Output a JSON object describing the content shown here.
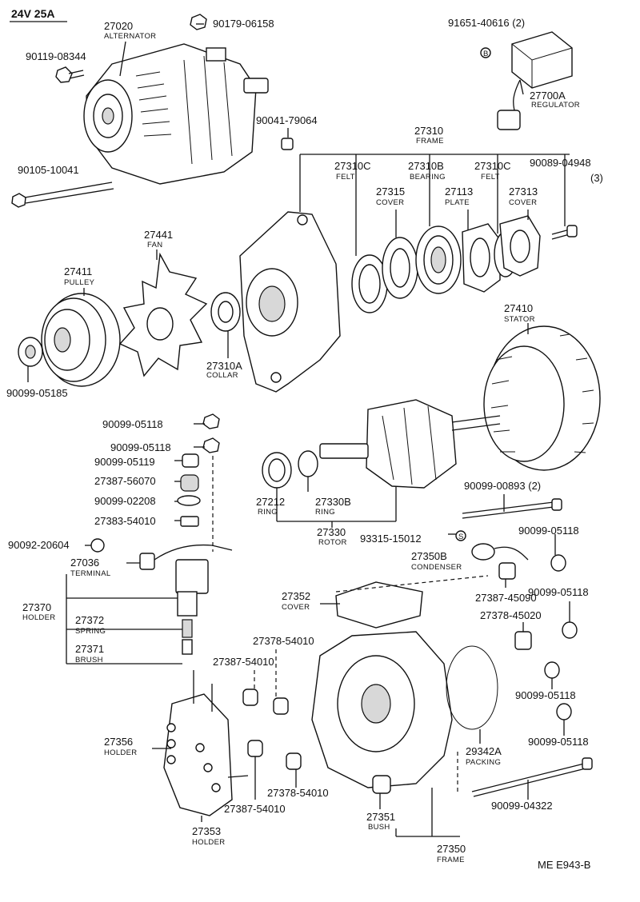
{
  "header": {
    "spec": "24V 25A",
    "drawing_code": "ME E943-B"
  },
  "labels": {
    "p27020": {
      "num": "27020",
      "name": "ALTERNATOR"
    },
    "p90179": {
      "num": "90179-06158"
    },
    "p90119": {
      "num": "90119-08344"
    },
    "p91651": {
      "num": "91651-40616 (2)",
      "mark": "B"
    },
    "p27700A": {
      "num": "27700A",
      "name": "REGULATOR"
    },
    "p90041": {
      "num": "90041-79064"
    },
    "p27310": {
      "num": "27310",
      "name": "FRAME"
    },
    "p90105": {
      "num": "90105-10041"
    },
    "p27310C_a": {
      "num": "27310C",
      "name": "FELT"
    },
    "p27310B": {
      "num": "27310B",
      "name": "BEARING"
    },
    "p27310C_b": {
      "num": "27310C",
      "name": "FELT"
    },
    "p90089": {
      "num": "90089-04948",
      "qty": "(3)"
    },
    "p27315": {
      "num": "27315",
      "name": "COVER"
    },
    "p27113": {
      "num": "27113",
      "name": "PLATE"
    },
    "p27313": {
      "num": "27313",
      "name": "COVER"
    },
    "p27441": {
      "num": "27441",
      "name": "FAN"
    },
    "p27411": {
      "num": "27411",
      "name": "PULLEY"
    },
    "p27310A": {
      "num": "27310A",
      "name": "COLLAR"
    },
    "p27410": {
      "num": "27410",
      "name": "STATOR"
    },
    "p90099_05185": {
      "num": "90099-05185"
    },
    "p90099_05118_a": {
      "num": "90099-05118"
    },
    "p90099_05118_b": {
      "num": "90099-05118"
    },
    "p90099_05119": {
      "num": "90099-05119"
    },
    "p27387_56070": {
      "num": "27387-56070"
    },
    "p90099_02208": {
      "num": "90099-02208"
    },
    "p27383_54010": {
      "num": "27383-54010"
    },
    "p90092": {
      "num": "90092-20604"
    },
    "p27212": {
      "num": "27212",
      "name": "RING"
    },
    "p27330B": {
      "num": "27330B",
      "name": "RING"
    },
    "p27330": {
      "num": "27330",
      "name": "ROTOR"
    },
    "p90099_00893": {
      "num": "90099-00893 (2)"
    },
    "p93315": {
      "num": "93315-15012",
      "mark": "S"
    },
    "p90099_05118_c": {
      "num": "90099-05118"
    },
    "p27350B": {
      "num": "27350B",
      "name": "CONDENSER"
    },
    "p27036": {
      "num": "27036",
      "name": "TERMINAL"
    },
    "p27387_45090": {
      "num": "27387-45090"
    },
    "p90099_05118_d": {
      "num": "90099-05118"
    },
    "p27378_45020": {
      "num": "27378-45020"
    },
    "p27352": {
      "num": "27352",
      "name": "COVER"
    },
    "p27370": {
      "num": "27370",
      "name": "HOLDER"
    },
    "p27372": {
      "num": "27372",
      "name": "SPRING"
    },
    "p27371": {
      "num": "27371",
      "name": "BRUSH"
    },
    "p27378_54010_a": {
      "num": "27378-54010"
    },
    "p27387_54010_a": {
      "num": "27387-54010"
    },
    "p90099_05118_e": {
      "num": "90099-05118"
    },
    "p90099_05118_f": {
      "num": "90099-05118"
    },
    "p27356": {
      "num": "27356",
      "name": "HOLDER"
    },
    "p29342A": {
      "num": "29342A",
      "name": "PACKING"
    },
    "p27378_54010_b": {
      "num": "27378-54010"
    },
    "p27387_54010_b": {
      "num": "27387-54010"
    },
    "p27351": {
      "num": "27351",
      "name": "BUSH"
    },
    "p90099_04322": {
      "num": "90099-04322"
    },
    "p27353": {
      "num": "27353",
      "name": "HOLDER"
    },
    "p27350": {
      "num": "27350",
      "name": "FRAME"
    }
  }
}
